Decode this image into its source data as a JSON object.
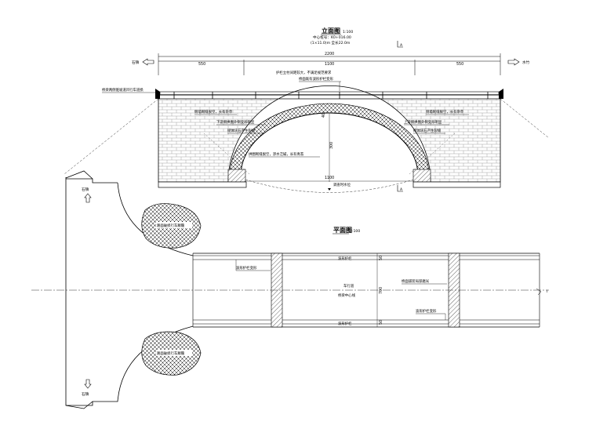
{
  "elevation": {
    "title": "立面图",
    "scale": "1:100",
    "center_station": "中心桩号：K0+016.00",
    "span_info": "(1×11.0)m 全长22.0m",
    "section_mark_top": "A",
    "section_mark_bottom": "A",
    "left_direction": "石镇",
    "right_direction": "水竹",
    "dim_total": "2200",
    "dim_left": "550",
    "dim_mid": "1100",
    "dim_right": "550",
    "dim_bottom": "1100",
    "dim_rise": "300",
    "dim_crown": "40",
    "notes": {
      "railing_spacing": "护栏立柱间距较大，不满足规范要求",
      "deck_railing": "桥面既有波形护栏变形",
      "approach_collapse": "桥梁两侧锥坡道凹行车道损",
      "left_wall_void": "侧墙砌缝脱空，长有杂草",
      "right_wall_void": "侧墙砌缝脱空，长有杂草",
      "downstream_arch": "下游侧拱圈外侧变形明显",
      "upstream_arch": "上游侧拱圈外侧变形明显",
      "left_stone": "砌体块石产生裂缝",
      "right_stone": "砌体块石产生裂缝",
      "arch_mortar": "拱圈砌缝脱空，渗水泛碱，长有青苔",
      "water_level": "调查时水位"
    }
  },
  "plan": {
    "title": "平面图",
    "scale": "1:100",
    "top_direction": "石镇",
    "bottom_direction": "石镇",
    "top_patch": "路面破损行车颠簸",
    "bottom_patch": "路面破损行车颠簸",
    "railing_deform_left": "波形护栏变形",
    "railing_top": "波形护栏",
    "railing_bottom": "波形护栏",
    "lane": "车行道",
    "bridge_center": "桥梁中心线",
    "deck_wear": "桥面铺装局部磨光",
    "railing_deform_right": "波形护栏变形",
    "dim_side": "50",
    "dim_width": "700",
    "end_mark": "I"
  }
}
